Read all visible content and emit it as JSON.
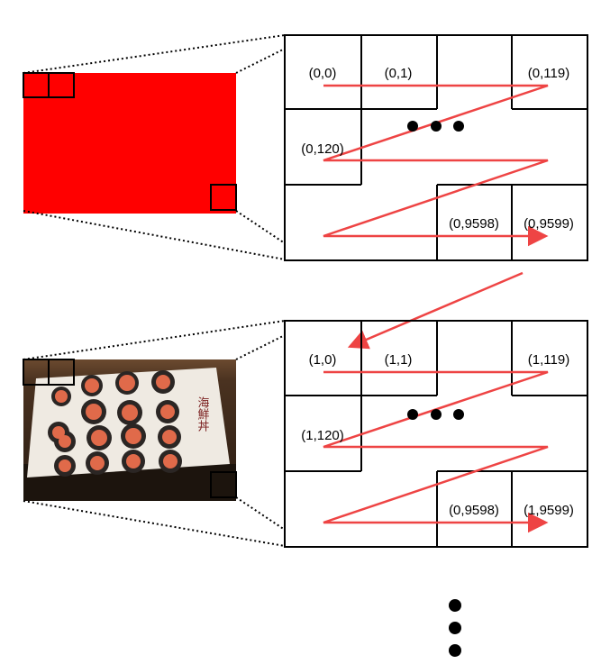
{
  "panels": [
    {
      "image": "solid-red-image",
      "image_color": "#ff0000",
      "labels": {
        "first": "(0,0)",
        "second": "(0,1)",
        "row_end": "(0,119)",
        "next_row": "(0,120)",
        "second_last": "(0,9598)",
        "last": "(0,9599)"
      }
    },
    {
      "image": "sushi-menu-photo",
      "labels": {
        "first": "(1,0)",
        "second": "(1,1)",
        "row_end": "(1,119)",
        "next_row": "(1,120)",
        "second_last": "(0,9598)",
        "last": "(1,9599)"
      },
      "menu_text": "海鮮丼"
    }
  ],
  "colors": {
    "arrow": "#ee4444",
    "grid": "#000000",
    "callout": "#000000"
  }
}
